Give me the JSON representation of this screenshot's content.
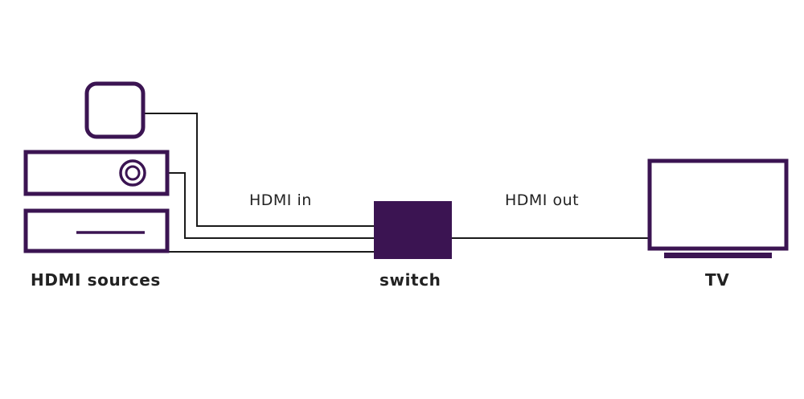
{
  "labels": {
    "hdmi_in": "HDMI in",
    "hdmi_out": "HDMI out",
    "sources": "HDMI sources",
    "switch": "switch",
    "tv": "TV"
  },
  "colors": {
    "device": "#3b1452",
    "wire": "#1a1a1a",
    "text": "#222222"
  },
  "icons": {
    "streaming_box": "square-rounded",
    "player": "disc-player",
    "receiver": "set-top-box",
    "switch": "filled-box",
    "tv": "monitor"
  }
}
